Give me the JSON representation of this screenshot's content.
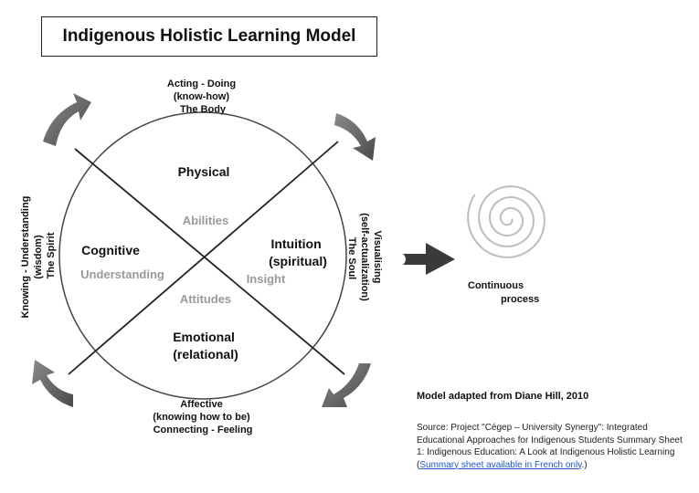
{
  "title": "Indigenous Holistic Learning Model",
  "outer_labels": {
    "top": [
      "Acting - Doing",
      "(know-how)",
      "The Body"
    ],
    "bottom": [
      "Affective",
      "(knowing how to be)",
      "Connecting - Feeling"
    ],
    "left": [
      "Knowing - Understanding",
      "(wisdom)",
      "The Spirit"
    ],
    "right": [
      "Visualising",
      "(self-actualization)",
      "The Soul"
    ]
  },
  "quadrants": {
    "physical": "Physical",
    "cognitive": "Cognitive",
    "intuition": [
      "Intuition",
      "(spiritual)"
    ],
    "emotional": [
      "Emotional",
      "(relational)"
    ]
  },
  "inner_labels": {
    "abilities": "Abilities",
    "understanding": "Understanding",
    "insight": "Insight",
    "attitudes": "Attitudes"
  },
  "continuous": [
    "Continuous",
    "process"
  ],
  "credit": "Model adapted from Diane Hill, 2010",
  "source": {
    "text": "Source: Project \"Cégep – University Synergy\": Integrated Educational Approaches for Indigenous Students Summary Sheet 1: Indigenous Education: A Look at Indigenous Holistic Learning (",
    "link": "Summary sheet available in French only",
    "end": ".)"
  },
  "colors": {
    "arrow": "#6e6e6e",
    "inner_text": "#9a9a9a",
    "link": "#2255cc"
  }
}
